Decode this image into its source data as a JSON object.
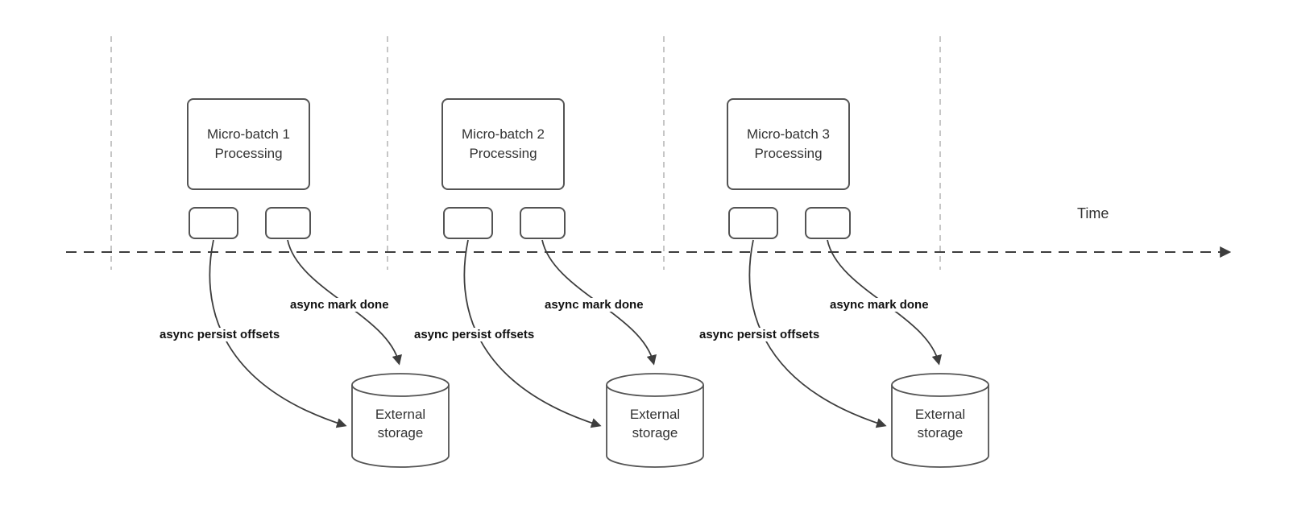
{
  "colors": {
    "background": "#ffffff",
    "line": "#3d3d3d",
    "shape_border": "#545454",
    "grid_line": "#b3b3b3",
    "text": "#333333"
  },
  "diagram": {
    "timeline_label": "Time",
    "batches": [
      {
        "box_line1": "Micro-batch 1",
        "box_line2": "Processing",
        "persist_label": "async persist offsets",
        "mark_done_label": "async mark done",
        "storage_line1": "External",
        "storage_line2": "storage"
      },
      {
        "box_line1": "Micro-batch 2",
        "box_line2": "Processing",
        "persist_label": "async persist offsets",
        "mark_done_label": "async mark done",
        "storage_line1": "External",
        "storage_line2": "storage"
      },
      {
        "box_line1": "Micro-batch 3",
        "box_line2": "Processing",
        "persist_label": "async persist offsets",
        "mark_done_label": "async mark done",
        "storage_line1": "External",
        "storage_line2": "storage"
      }
    ]
  }
}
